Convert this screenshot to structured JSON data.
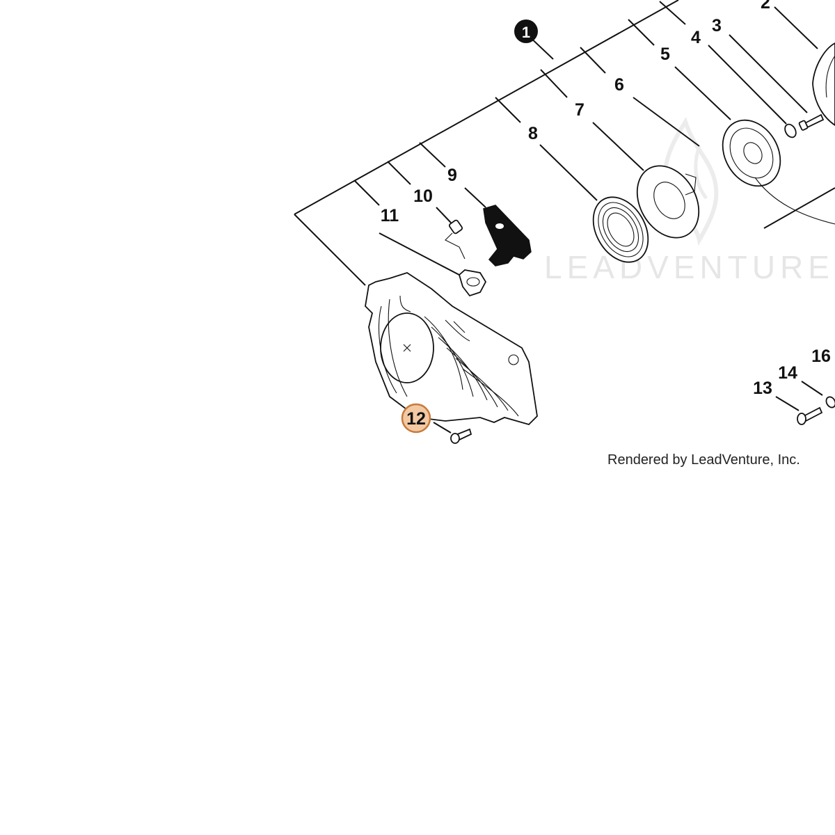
{
  "assembly_badge": "1",
  "callouts": [
    "2",
    "3",
    "4",
    "5",
    "6",
    "7",
    "8",
    "9",
    "10",
    "11",
    "12",
    "13",
    "14",
    "16"
  ],
  "highlighted_callout": "12",
  "watermark": "LEADVENTURE",
  "credit": "Rendered by LeadVenture, Inc.",
  "colors": {
    "highlight_fill": "#f2c9a3",
    "highlight_stroke": "#c87a3a",
    "ink": "#111111",
    "watermark": "#e6e6e6"
  },
  "icons": [
    "flame-watermark-icon"
  ]
}
